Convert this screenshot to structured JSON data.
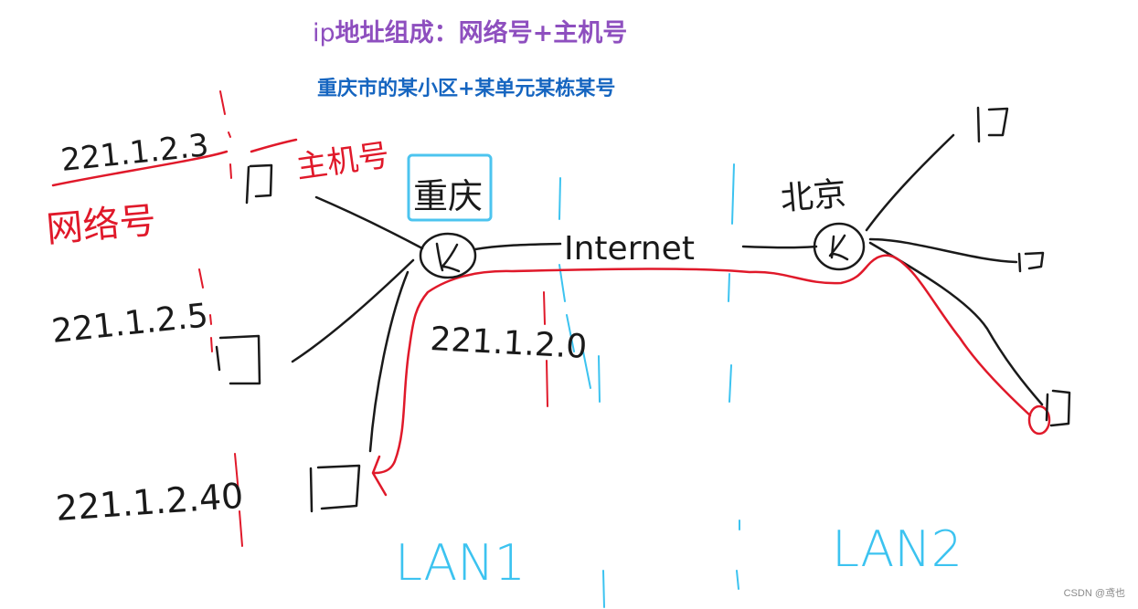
{
  "header": {
    "title_prefix": "ip",
    "title_main": "地址组成：网络号+主机号",
    "subtitle": "重庆市的某小区+某单元某栋某号"
  },
  "annotations": {
    "network_label": "网络号",
    "host_label": "主机号",
    "city_left": "重庆",
    "city_right": "北京",
    "internet_label": "Internet",
    "lan1_label": "LAN1",
    "lan2_label": "LAN2"
  },
  "ip_addresses": {
    "host_top": "221.1.2.3",
    "host_middle": "221.1.2.5",
    "host_bottom": "221.1.2.40",
    "network": "221.1.2.0"
  },
  "colors": {
    "title": "#8e4fbf",
    "subtitle": "#1565c0",
    "ink": "#1a1a1a",
    "annotation_red": "#e0192a",
    "lan_blue": "#3cc3f0",
    "city_box": "#4cc4ef"
  },
  "watermark": "CSDN @鸢也"
}
